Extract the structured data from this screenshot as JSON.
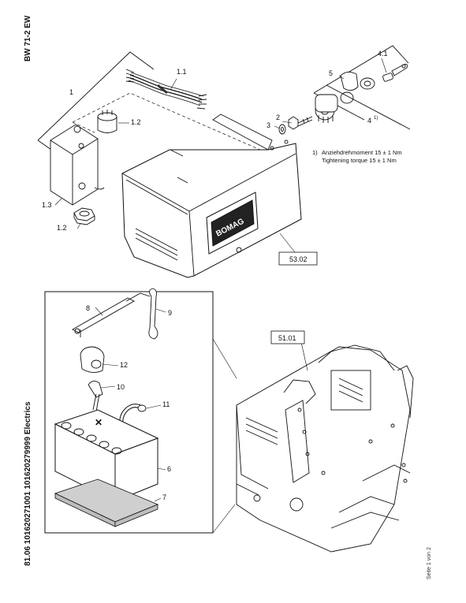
{
  "header": {
    "model": "BW 71-2 EW",
    "parts": "81.06 101620271001 101620279999 Electrics",
    "page": "Seite 1 von 2"
  },
  "callouts": {
    "c1": "1",
    "c1_1": "1.1",
    "c1_2_top": "1.2",
    "c1_2_bottom": "1.2",
    "c1_3": "1.3",
    "c2": "2",
    "c3": "3",
    "c4": "4",
    "c4_sup": "1)",
    "c4_1": "4.1",
    "c5": "5",
    "c6": "6",
    "c7": "7",
    "c8": "8",
    "c9": "9",
    "c10": "10",
    "c11": "11",
    "c12": "12"
  },
  "references": {
    "ref_53_02": "53.02",
    "ref_51_01": "51.01"
  },
  "note": {
    "marker": "1)",
    "line_de": "Anziehdrehmoment 15 ± 1 Nm",
    "line_en": "Tightening torque 15 ± 1 Nm"
  },
  "logo_text": "BOMAG"
}
